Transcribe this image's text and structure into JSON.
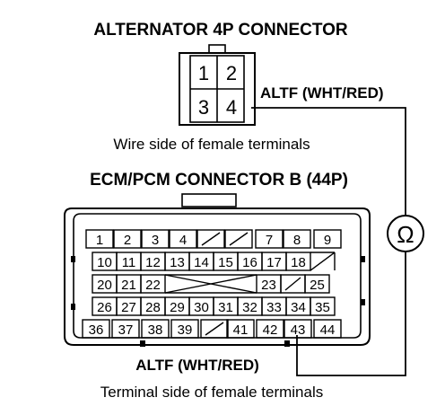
{
  "alternator": {
    "title": "ALTERNATOR 4P CONNECTOR",
    "pins": [
      "1",
      "2",
      "3",
      "4"
    ],
    "wire_label": "ALTF (WHT/RED)",
    "caption": "Wire side of female terminals"
  },
  "ecm": {
    "title": "ECM/PCM CONNECTOR B (44P)",
    "wire_label": "ALTF (WHT/RED)",
    "caption": "Terminal side of female terminals",
    "row1": [
      "1",
      "2",
      "3",
      "4",
      "",
      "",
      "7",
      "8",
      "9"
    ],
    "row2": [
      "10",
      "11",
      "12",
      "13",
      "14",
      "15",
      "16",
      "17",
      "18"
    ],
    "row3": [
      "20",
      "21",
      "22",
      "23",
      "",
      "25"
    ],
    "row4": [
      "26",
      "27",
      "28",
      "29",
      "30",
      "31",
      "32",
      "33",
      "34",
      "35"
    ],
    "row5": [
      "36",
      "37",
      "38",
      "39",
      "",
      "41",
      "42",
      "43",
      "44"
    ]
  },
  "meter": {
    "symbol": "Ω",
    "icon": "ohmmeter-icon"
  }
}
